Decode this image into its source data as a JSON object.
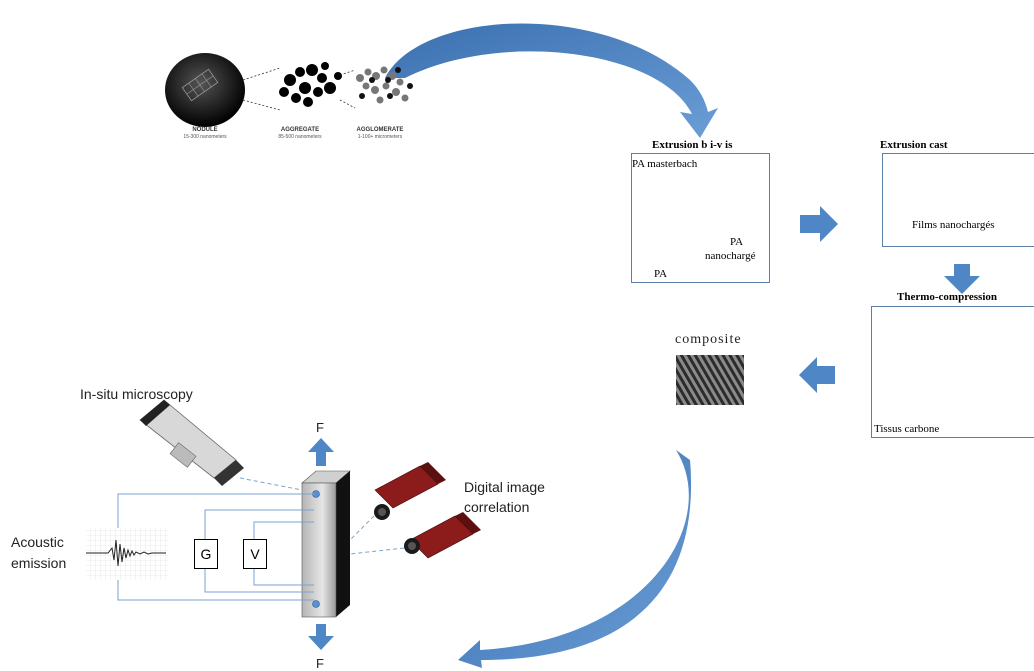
{
  "nano_scale": {
    "nodule_label": "NODULE",
    "nodule_size": "15-300 nanometers",
    "aggregate_label": "AGGREGATE",
    "aggregate_size": "85-500 nanometers",
    "agglomerate_label": "AGGLOMERATE",
    "agglomerate_size": "1-100+ micrometers"
  },
  "extrusion_bivis": {
    "title": "Extrusion b i-v is",
    "masterbatch_label": "PA masterbach",
    "pa_label": "PA",
    "result_label_line1": "PA",
    "result_label_line2": "nanochargé"
  },
  "extrusion_cast": {
    "title": "Extrusion cast",
    "films_label": "Films nanochargés"
  },
  "thermo_compression": {
    "title": "Thermo-compression",
    "tissus_label": "Tissus carbone"
  },
  "composite": {
    "label": "composite"
  },
  "testing": {
    "microscopy_label": "In-situ microscopy",
    "force_top": "F",
    "force_bottom": "F",
    "dic_label_line1": "Digital image",
    "dic_label_line2": "correlation",
    "ae_label_line1": "Acoustic",
    "ae_label_line2": "emission",
    "g_label": "G",
    "v_label": "V"
  },
  "colors": {
    "arrow_blue": "#4f86c6",
    "box_border": "#5b7fa8",
    "camera_red": "#8c1b1b",
    "heat_red": "#e02020",
    "heat_orange": "#e88a2a"
  }
}
